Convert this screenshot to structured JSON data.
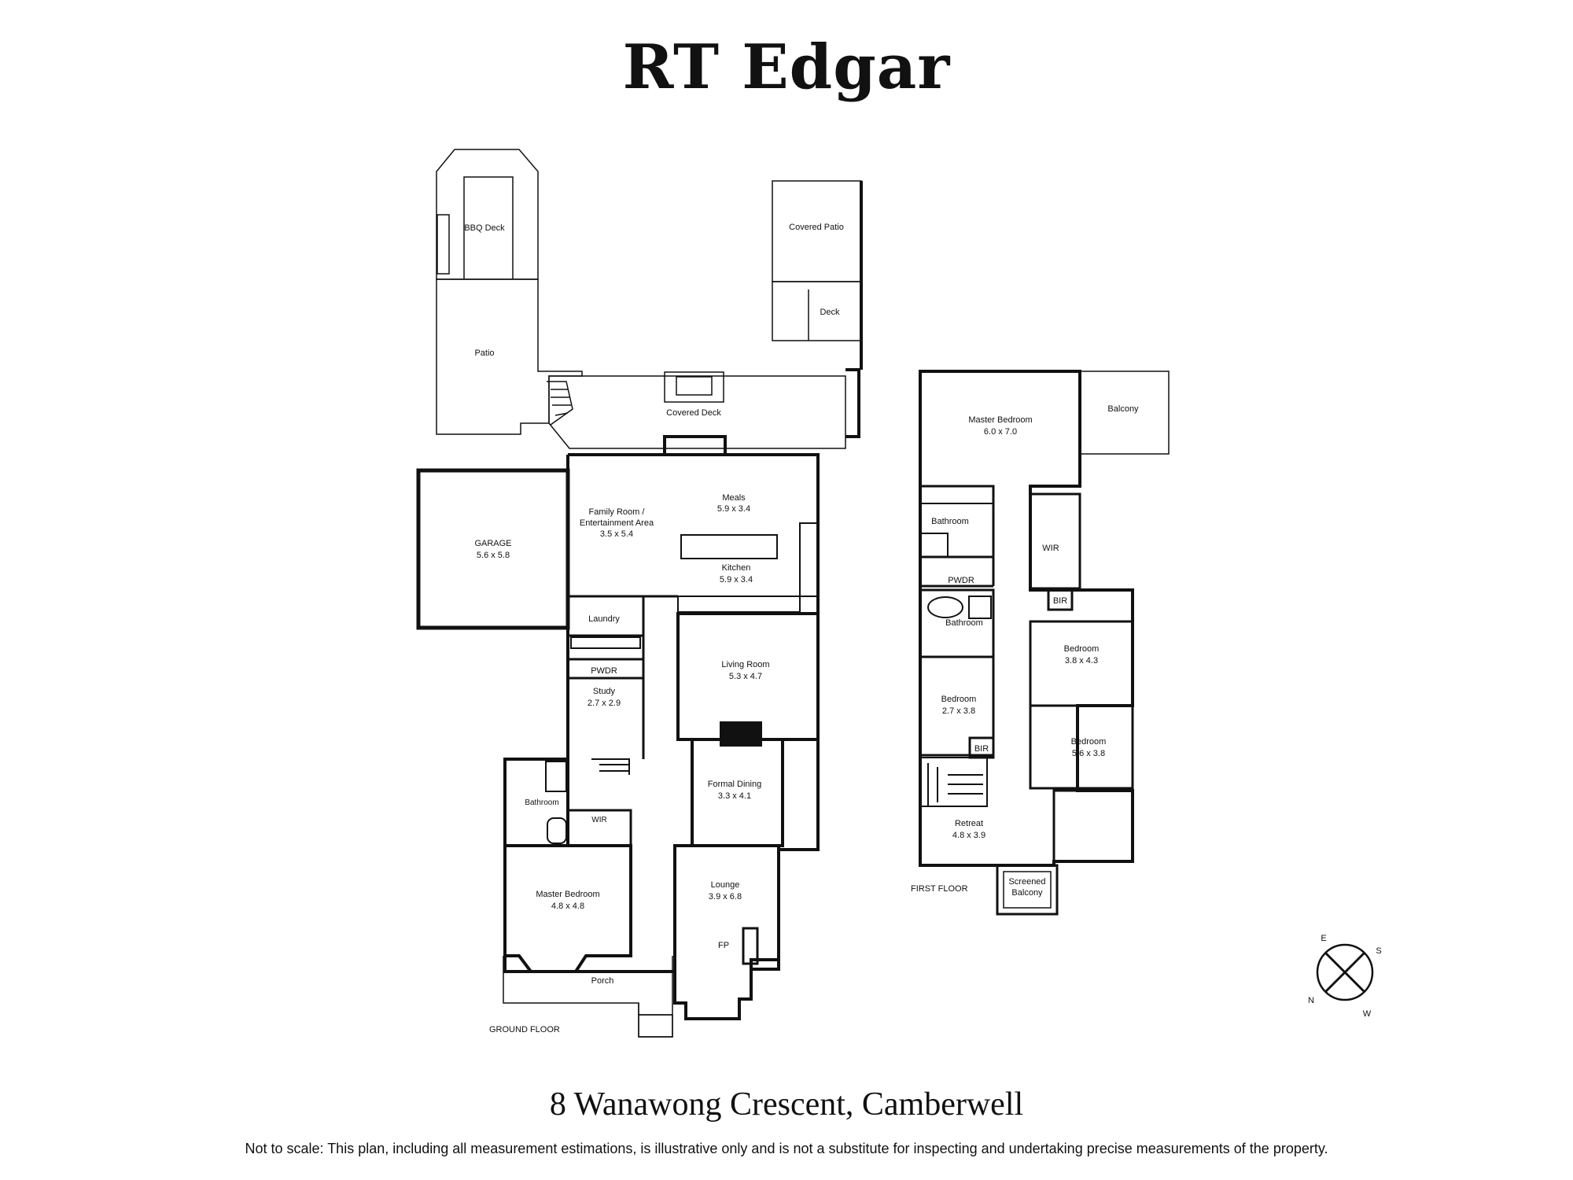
{
  "brand": "RT Edgar",
  "address": "8 Wanawong Crescent, Camberwell",
  "disclaimer": "Not to scale: This plan, including all measurement estimations, is illustrative only and is not a substitute for inspecting and undertaking precise measurements of the property.",
  "ground_floor": {
    "label": "GROUND FLOOR",
    "rooms": {
      "bbq_deck": "BBQ Deck",
      "patio": "Patio",
      "covered_patio": "Covered Patio",
      "deck": "Deck",
      "covered_deck": "Covered Deck",
      "garage": "GARAGE",
      "garage_size": "5.6 x 5.8",
      "family_1": "Family Room /",
      "family_2": "Entertainment Area",
      "family_size": "3.5 x 5.4",
      "meals": "Meals",
      "meals_size": "5.9 x 3.4",
      "kitchen": "Kitchen",
      "kitchen_size": "5.9 x 3.4",
      "laundry": "Laundry",
      "pwdr": "PWDR",
      "study": "Study",
      "study_size": "2.7 x 2.9",
      "living": "Living Room",
      "living_size": "5.3 x 4.7",
      "bathroom": "Bathroom",
      "wir": "WIR",
      "formal_dining": "Formal Dining",
      "formal_dining_size": "3.3 x 4.1",
      "master": "Master Bedroom",
      "master_size": "4.8 x 4.8",
      "lounge": "Lounge",
      "lounge_size": "3.9 x 6.8",
      "fp": "FP",
      "porch": "Porch"
    }
  },
  "first_floor": {
    "label": "FIRST FLOOR",
    "rooms": {
      "master": "Master Bedroom",
      "master_size": "6.0 x 7.0",
      "balcony": "Balcony",
      "bathroom1": "Bathroom",
      "wir": "WIR",
      "pwdr": "PWDR",
      "bir1": "BIR",
      "bathroom2": "Bathroom",
      "bed1": "Bedroom",
      "bed1_size": "3.8 x 4.3",
      "bed2": "Bedroom",
      "bed2_size": "2.7 x 3.8",
      "bir2": "BIR",
      "bed3": "Bedroom",
      "bed3_size": "5.6 x 3.8",
      "retreat": "Retreat",
      "retreat_size": "4.8 x 3.9",
      "screened_1": "Screened",
      "screened_2": "Balcony"
    }
  },
  "compass": {
    "n": "N",
    "s": "S",
    "e": "E",
    "w": "W"
  }
}
